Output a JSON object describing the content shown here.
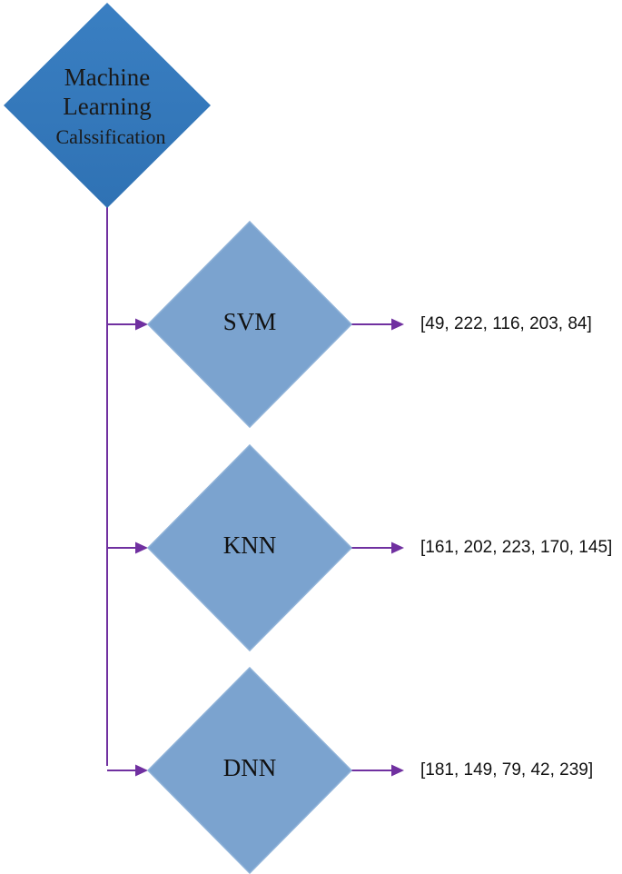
{
  "root": {
    "lines": [
      "Machine",
      "Learning",
      "Calssification"
    ]
  },
  "classifiers": [
    {
      "name": "SVM",
      "output": "[49, 222, 116, 203, 84]"
    },
    {
      "name": "KNN",
      "output": "[161, 202, 223, 170, 145]"
    },
    {
      "name": "DNN",
      "output": "[181, 149, 79, 42, 239]"
    }
  ],
  "colors": {
    "root_fill": "#2f72b4",
    "root_fill_light": "#3a7fc2",
    "node_fill": "#7ba3cf",
    "node_edge": "#8fb2d8",
    "connector": "#7030a0"
  }
}
